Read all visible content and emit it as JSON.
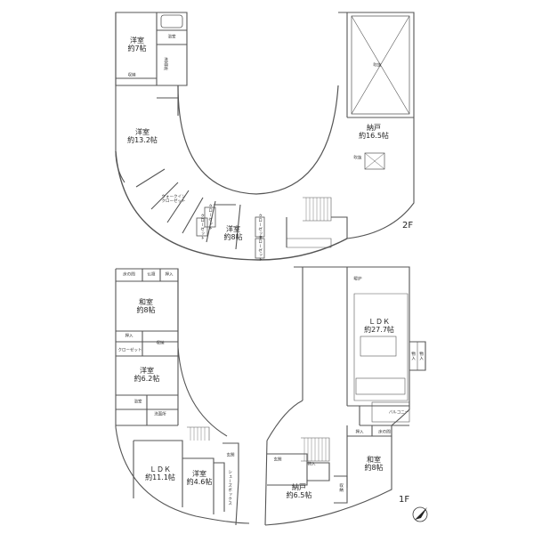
{
  "floor2": {
    "tag": "2F",
    "rooms": {
      "western7": [
        "洋室",
        "約7帖"
      ],
      "bath": "浴室",
      "washroom": "洗面所",
      "storage_a": "収納",
      "western132": [
        "洋室",
        "約13.2帖"
      ],
      "walkin": [
        "ウォークイン",
        "クローゼット"
      ],
      "closet_a": "クローゼット",
      "closet_b": "クローゼット",
      "western8": [
        "洋室",
        "約8帖"
      ],
      "closet_c": "クローゼット",
      "closet_d": "クローゼット",
      "void": "吹抜",
      "nando": [
        "納戸",
        "約16.5帖"
      ],
      "skylight": "吹抜"
    }
  },
  "floor1": {
    "tag": "1F",
    "rooms": {
      "tokonoma": "床の間",
      "butsuma": "仏壇",
      "oshiire_a": "押入",
      "washitsu8": [
        "和室",
        "約8帖"
      ],
      "oshiire_b": "押入",
      "storage_b": "収納",
      "closet_e": "クローゼット",
      "western62": [
        "洋室",
        "約6.2帖"
      ],
      "bath": "浴室",
      "washroom": "洗面所",
      "ldk111": [
        "ＬＤＫ",
        "約11.1帖"
      ],
      "western46": [
        "洋室",
        "約4.6帖"
      ],
      "genkan_a": "玄関",
      "shoebox": "シューズボックス",
      "danro": "暖炉",
      "ldk277": [
        "ＬＤＫ",
        "約27.7帖"
      ],
      "oshiire_c": "物入",
      "oshiire_d": "物入",
      "balcony": "バルコニー",
      "oshiire_e": "押入",
      "tokonoma_b": "床の間",
      "washitsu8b": [
        "和室",
        "約8帖"
      ],
      "genkan_b": "玄関",
      "monoire": "物入",
      "nando65": [
        "納戸",
        "約6.5帖"
      ],
      "storage_c": "収納"
    }
  }
}
